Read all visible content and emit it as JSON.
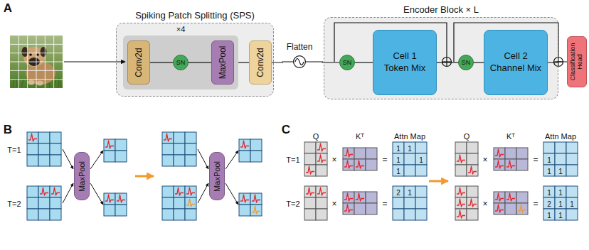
{
  "diagram": {
    "nodes": [
      {
        "text": [
          "Spiking Patch Splitting (SPS)"
        ]
      },
      {
        "text": [
          "×4"
        ],
        "in": 0
      },
      {
        "text": [
          "Conv2d"
        ],
        "in": 1
      },
      {
        "text": [
          "SN"
        ],
        "in": 1
      },
      {
        "text": [
          "MaxPool"
        ],
        "in": 1
      },
      {
        "text": [
          "Conv2d"
        ],
        "in": 0
      },
      {
        "text": [
          "Flatten"
        ]
      },
      {
        "text": [
          "Encoder Block × L"
        ]
      },
      {
        "text": [
          "SN"
        ],
        "in": 7
      },
      {
        "text": [
          "Cell 1",
          "Token Mix"
        ],
        "in": 7
      },
      {
        "text": [
          "SN"
        ],
        "in": 7
      },
      {
        "text": [
          "Cell 2",
          "Channel Mix"
        ],
        "in": 7
      },
      {
        "text": [
          "Classification Head"
        ]
      },
      {
        "text": [
          "MaxPool"
        ]
      },
      {
        "text": [
          "MaxPool"
        ]
      }
    ],
    "edges": [
      {
        "from": 2,
        "to": 3,
        "arrow": "none"
      },
      {
        "from": 3,
        "to": 4,
        "arrow": "none"
      },
      {
        "from": 1,
        "to": 5,
        "arrow": "none"
      },
      {
        "from": 5,
        "to": 6,
        "arrow": "none"
      },
      {
        "from": 6,
        "to": 8,
        "arrow": "none"
      },
      {
        "from": 8,
        "to": 9,
        "arrow": "none"
      },
      {
        "from": 9,
        "to": 10,
        "arrow": "none"
      },
      {
        "from": 10,
        "to": 11,
        "arrow": "none"
      },
      {
        "from": 11,
        "to": 12,
        "arrow": "none"
      }
    ],
    "labels": [
      "A",
      "B",
      "C",
      "T=1",
      "T=2",
      "Q",
      "Kᵀ",
      "Attn Map",
      "Q",
      "Kᵀ",
      "Attn Map",
      "T=1",
      "T=2",
      "×",
      "=",
      "×",
      "=",
      "×",
      "=",
      "×",
      "=",
      "1",
      "1",
      "1",
      "1",
      "1",
      "2",
      "1",
      "1",
      "1",
      "1",
      "1",
      "1",
      "2",
      "1",
      "1",
      "1",
      "1"
    ]
  }
}
